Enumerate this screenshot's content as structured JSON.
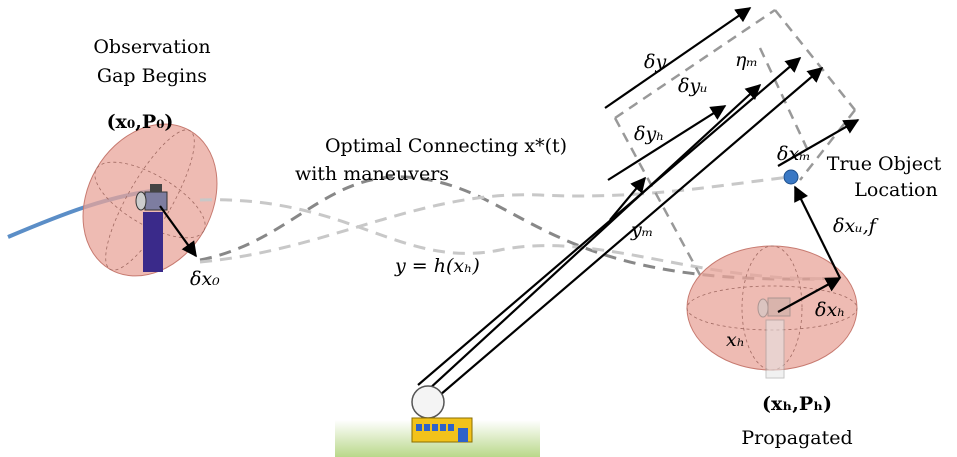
{
  "labels": {
    "obs_gap_line1": "Observation",
    "obs_gap_line2": "Gap Begins",
    "initial_state": "(x₀,P₀)",
    "optimal_line1": "Optimal Connecting x*(t)",
    "optimal_line2": "with maneuvers",
    "delta_x0": "δx₀",
    "delta_y": "δy",
    "delta_yu": "δyᵤ",
    "eta_m": "ηₘ",
    "delta_yh": "δyₕ",
    "delta_xm": "δxₘ",
    "true_obj_line1": "True Object",
    "true_obj_line2": "Location",
    "ym": "yₘ",
    "delta_xuf": "δxᵤ,f",
    "meas_eq": "y = h(xₕ)",
    "delta_xh": "δxₕ",
    "xh": "xₕ",
    "prop_state": "(xₕ,Pₕ)",
    "propagated": "Propagated"
  },
  "colors": {
    "ellipse_fill": "#e8a49a",
    "ellipse_stroke": "#c77a70",
    "trajectory_blue": "#5b8ec7",
    "dashed_light": "#c8c8c8",
    "dashed_dark": "#888888",
    "object_dot": "#3a78c4",
    "ground_green": "#b9d88a",
    "station_yellow": "#f2c21b"
  },
  "icons": [
    "satellite-icon-start",
    "satellite-icon-end",
    "ground-station-icon"
  ]
}
